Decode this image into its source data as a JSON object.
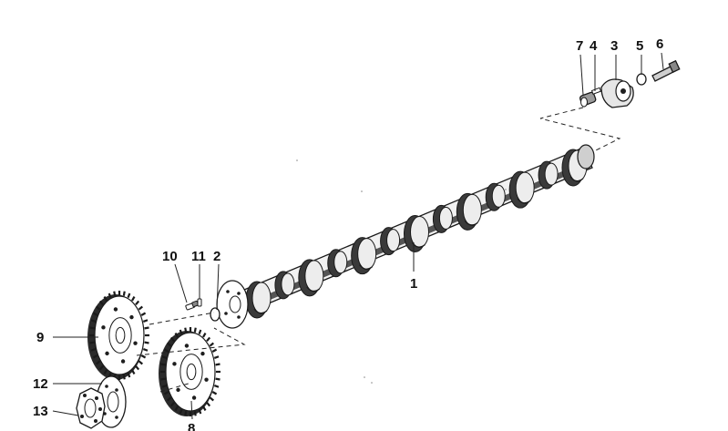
{
  "diagram": {
    "callouts": [
      {
        "id": "c1",
        "label": "1"
      },
      {
        "id": "c2",
        "label": "2"
      },
      {
        "id": "c3",
        "label": "3"
      },
      {
        "id": "c4",
        "label": "4"
      },
      {
        "id": "c5",
        "label": "5"
      },
      {
        "id": "c6",
        "label": "6"
      },
      {
        "id": "c7",
        "label": "7"
      },
      {
        "id": "c8",
        "label": "8"
      },
      {
        "id": "c9",
        "label": "9"
      },
      {
        "id": "c10",
        "label": "10"
      },
      {
        "id": "c11",
        "label": "11"
      },
      {
        "id": "c12",
        "label": "12"
      },
      {
        "id": "c13",
        "label": "13"
      }
    ],
    "colors": {
      "line": "#1a1a1a",
      "background": "#ffffff"
    }
  }
}
